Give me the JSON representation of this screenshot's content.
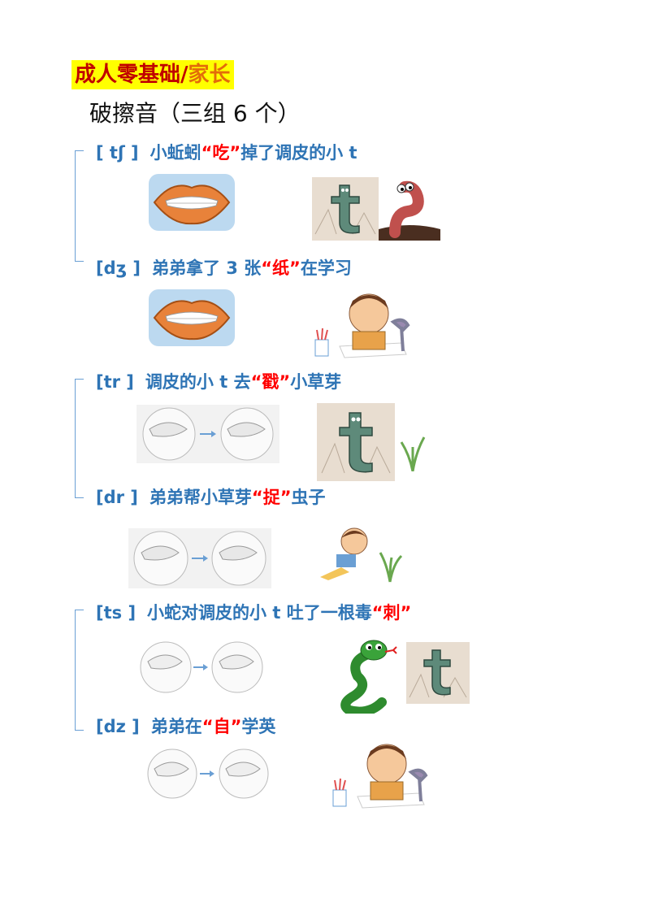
{
  "header": {
    "banner_part1": "成人零基础/",
    "banner_part2": "家长",
    "subtitle": "破擦音（三组 6 个）"
  },
  "groups": [
    {
      "first": {
        "symbol": "[ tʃ ]",
        "before": "小蚯蚓",
        "word": "“吃”",
        "after": "掉了调皮的小 t"
      },
      "second": {
        "symbol": "[dʒ ]",
        "before": "弟弟拿了 3 张",
        "word": "“纸”",
        "after": "在学习"
      }
    },
    {
      "first": {
        "symbol": "[tr ]",
        "before": "调皮的小 t 去",
        "word": "“戳”",
        "after": "小草芽"
      },
      "second": {
        "symbol": "[dr ]",
        "before": "弟弟帮小草芽",
        "word": "“捉”",
        "after": "虫子"
      }
    },
    {
      "first": {
        "symbol": "[ts ]",
        "before": "小蛇对调皮的小 t 吐了一根毒",
        "word": "“刺”",
        "after": ""
      },
      "second": {
        "symbol": "[dz ]",
        "before": "弟弟在",
        "word": "“自”",
        "after": "学英"
      }
    }
  ],
  "colors": {
    "banner_bg": "#ffff00",
    "banner_red": "#c00000",
    "banner_orange": "#e36c09",
    "phrase_blue": "#2e74b5",
    "keyword_red": "#ff0000"
  },
  "icons": [
    "lips-illustration",
    "letter-t-character-illustration",
    "worm-illustration",
    "boy-studying-illustration",
    "mouth-crosssection-diagram",
    "grass-sprout-illustration",
    "boy-crawling-illustration",
    "snake-illustration"
  ]
}
